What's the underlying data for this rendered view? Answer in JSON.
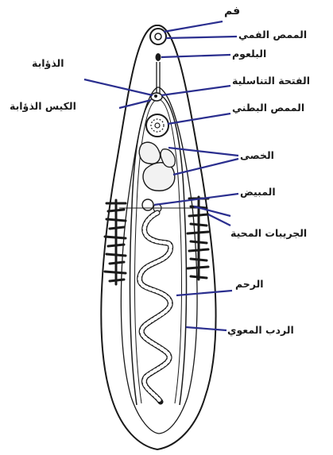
{
  "labels": {
    "mouth": "فم",
    "oral_sucker": "الممص الفمي",
    "pharynx": "البلعوم",
    "genital_pore": "الفتحة التناسلية",
    "ventral_sucker": "الممص البطني",
    "testes": "الخصى",
    "ovary": "المبيض",
    "vitelline_glands": "الجريبات المحية",
    "uterus": "الرحم",
    "intestinal_caecum": "الردب المعوي",
    "cirrus": "الذؤابة",
    "cirrus_sac": "الكيس الذؤابة"
  },
  "colors": {
    "ink": "#1a1a1a",
    "leader": "#2b2f8f",
    "body": "#ffffff"
  }
}
